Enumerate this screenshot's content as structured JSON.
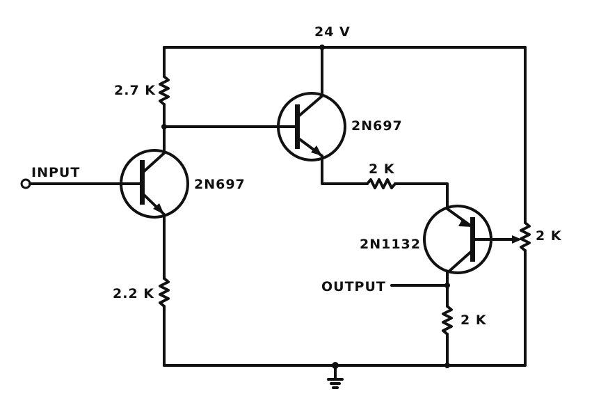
{
  "labels": {
    "supply": "24 V",
    "r_top_left": "2.7 K",
    "r_bottom_left": "2.2 K",
    "input": "INPUT",
    "q1": "2N697",
    "q2": "2N697",
    "r_mid": "2 K",
    "q3": "2N1132",
    "pot": "2 K",
    "output": "OUTPUT",
    "r_bottom_right": "2 K"
  }
}
